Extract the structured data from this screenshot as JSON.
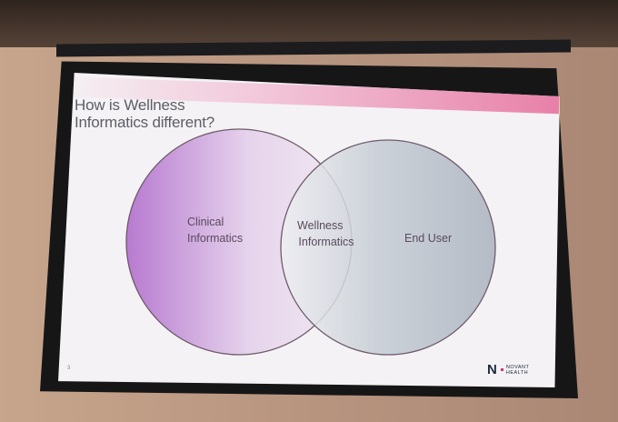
{
  "slide": {
    "title_line1": "How is Wellness",
    "title_line2": "Informatics different?",
    "page_number": "3"
  },
  "venn": {
    "left": {
      "line1": "Clinical",
      "line2": "Informatics"
    },
    "middle": {
      "line1": "Wellness",
      "line2": "Informatics"
    },
    "right": {
      "line1": "End User"
    }
  },
  "logo": {
    "mark": "N",
    "line1": "NOVANT",
    "line2": "HEALTH"
  },
  "colors": {
    "left_circle": "#b77ad0",
    "right_circle": "#a9b2be",
    "accent_pink": "#e880a8",
    "outline": "#6e5a6a"
  }
}
